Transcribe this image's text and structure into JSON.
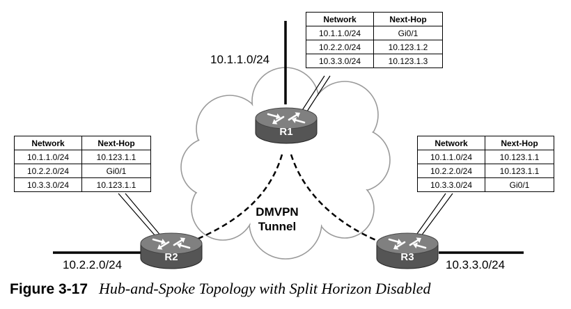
{
  "routers": [
    {
      "name": "R1",
      "network": "10.1.1.0/24"
    },
    {
      "name": "R2",
      "network": "10.2.2.0/24"
    },
    {
      "name": "R3",
      "network": "10.3.3.0/24"
    }
  ],
  "tables": {
    "headers": [
      "Network",
      "Next-Hop"
    ],
    "r1": [
      [
        "10.1.1.0/24",
        "Gi0/1"
      ],
      [
        "10.2.2.0/24",
        "10.123.1.2"
      ],
      [
        "10.3.3.0/24",
        "10.123.1.3"
      ]
    ],
    "r2": [
      [
        "10.1.1.0/24",
        "10.123.1.1"
      ],
      [
        "10.2.2.0/24",
        "Gi0/1"
      ],
      [
        "10.3.3.0/24",
        "10.123.1.1"
      ]
    ],
    "r3": [
      [
        "10.1.1.0/24",
        "10.123.1.1"
      ],
      [
        "10.2.2.0/24",
        "10.123.1.1"
      ],
      [
        "10.3.3.0/24",
        "Gi0/1"
      ]
    ]
  },
  "tunnel": {
    "line1": "DMVPN",
    "line2": "Tunnel"
  },
  "caption": {
    "label": "Figure 3-17",
    "title": "Hub-and-Spoke Topology with Split Horizon Disabled"
  },
  "colors": {
    "router_top": "#808080",
    "router_body": "#555555",
    "cloud_fill": "#ffffff",
    "cloud_stroke": "#9a9a9a"
  }
}
